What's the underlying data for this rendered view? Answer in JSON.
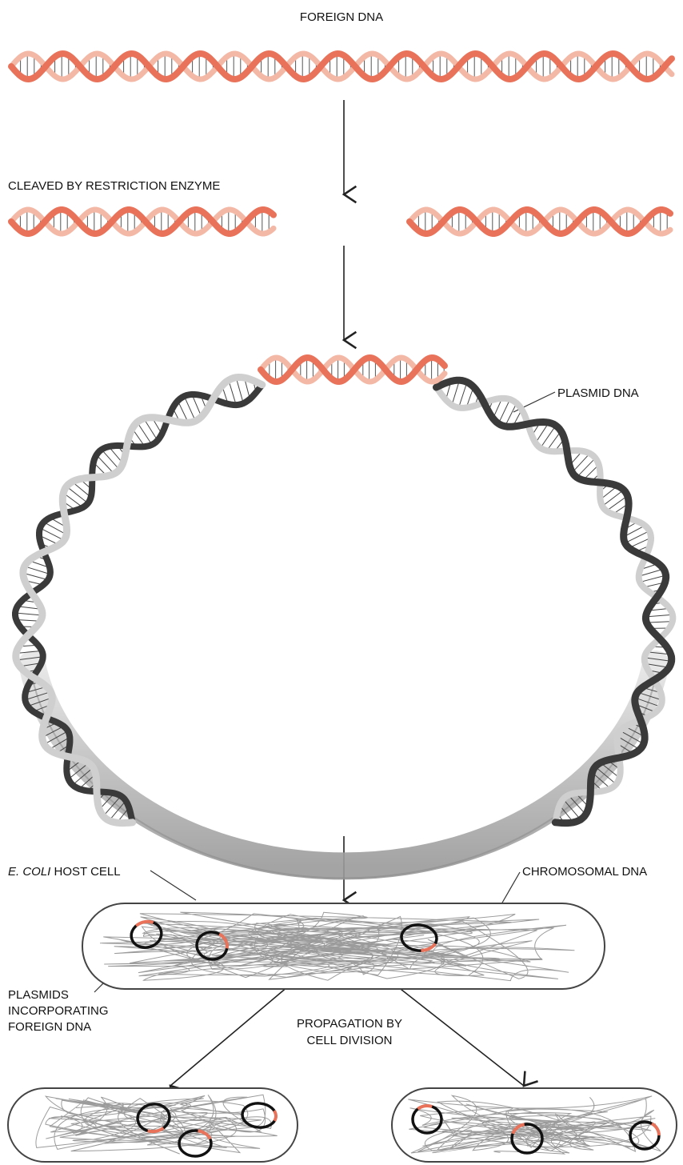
{
  "labels": {
    "foreign_dna": "FOREIGN DNA",
    "cleaved": "CLEAVED BY RESTRICTION ENZYME",
    "plasmid_dna": "PLASMID DNA",
    "host_cell_italic": "E. COLI",
    "host_cell_rest": " HOST CELL",
    "chromosomal_dna": "CHROMOSOMAL DNA",
    "plasmids_line1": "PLASMIDS",
    "plasmids_line2": "INCORPORATING",
    "plasmids_line3": "FOREIGN DNA",
    "propagation_line1": "PROPAGATION BY",
    "propagation_line2": "CELL DIVISION"
  },
  "colors": {
    "foreign_dna": "#e8735a",
    "foreign_dna_light": "#f4b8a6",
    "plasmid_dark": "#3a3a3a",
    "plasmid_light": "#cfcfcf",
    "chromosome": "#8a8a8a",
    "cell_outline": "#444444",
    "arrow": "#222222"
  }
}
